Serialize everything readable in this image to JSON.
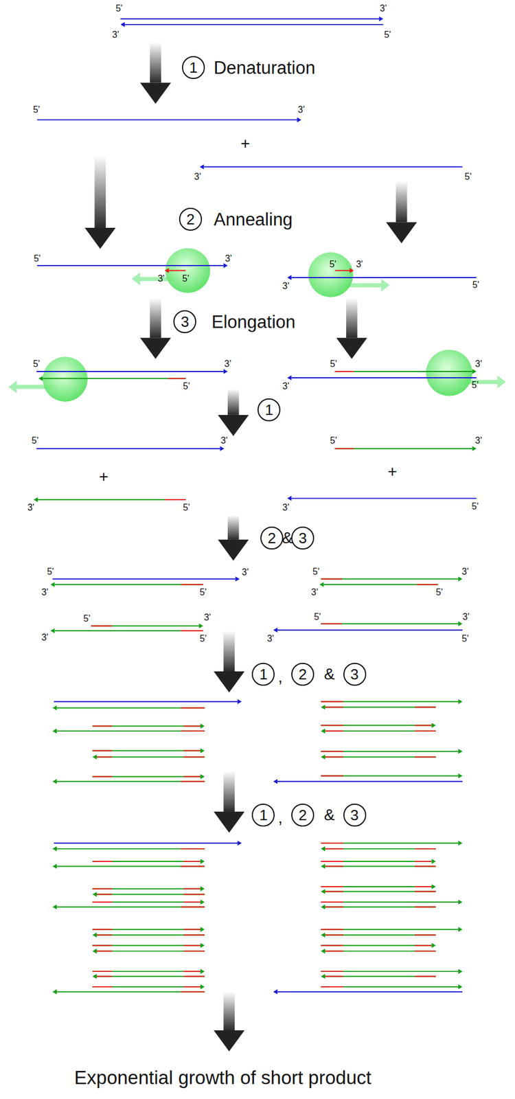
{
  "diagram": {
    "caption": "Exponential growth of short product",
    "nodes": [
      {
        "text": [
          "1"
        ]
      },
      {
        "text": [
          "2"
        ]
      },
      {
        "text": [
          "3"
        ]
      },
      {
        "text": [
          "1"
        ]
      },
      {
        "text": [
          "2"
        ]
      },
      {
        "text": [
          "3"
        ]
      },
      {
        "text": [
          "1"
        ]
      },
      {
        "text": [
          "2"
        ]
      },
      {
        "text": [
          "3"
        ]
      },
      {
        "text": [
          "1"
        ]
      },
      {
        "text": [
          "2"
        ]
      },
      {
        "text": [
          "3"
        ]
      }
    ],
    "labels": [
      "5'",
      "3'",
      "3'",
      "5'",
      "Denaturation",
      "5'",
      "3'",
      "+",
      "3'",
      "5'",
      "Annealing",
      "5'",
      "3'",
      "5'",
      "3'",
      "3'",
      "5'",
      "3'",
      "5'",
      "Elongation",
      "5'",
      "3'",
      "5'",
      "3'",
      "5'",
      "3'",
      "5'",
      "5'",
      "3'",
      "5'",
      "3'",
      "+",
      "+",
      "3'",
      "5'",
      "3'",
      "5'",
      "&",
      "5'",
      "3'",
      "5'",
      "3'",
      "3'",
      "5'",
      "3'",
      "5'",
      "5'",
      "3'",
      "5'",
      "3'",
      "3'",
      "5'",
      "3'",
      "5'",
      ",",
      "&",
      ",",
      "&"
    ]
  }
}
